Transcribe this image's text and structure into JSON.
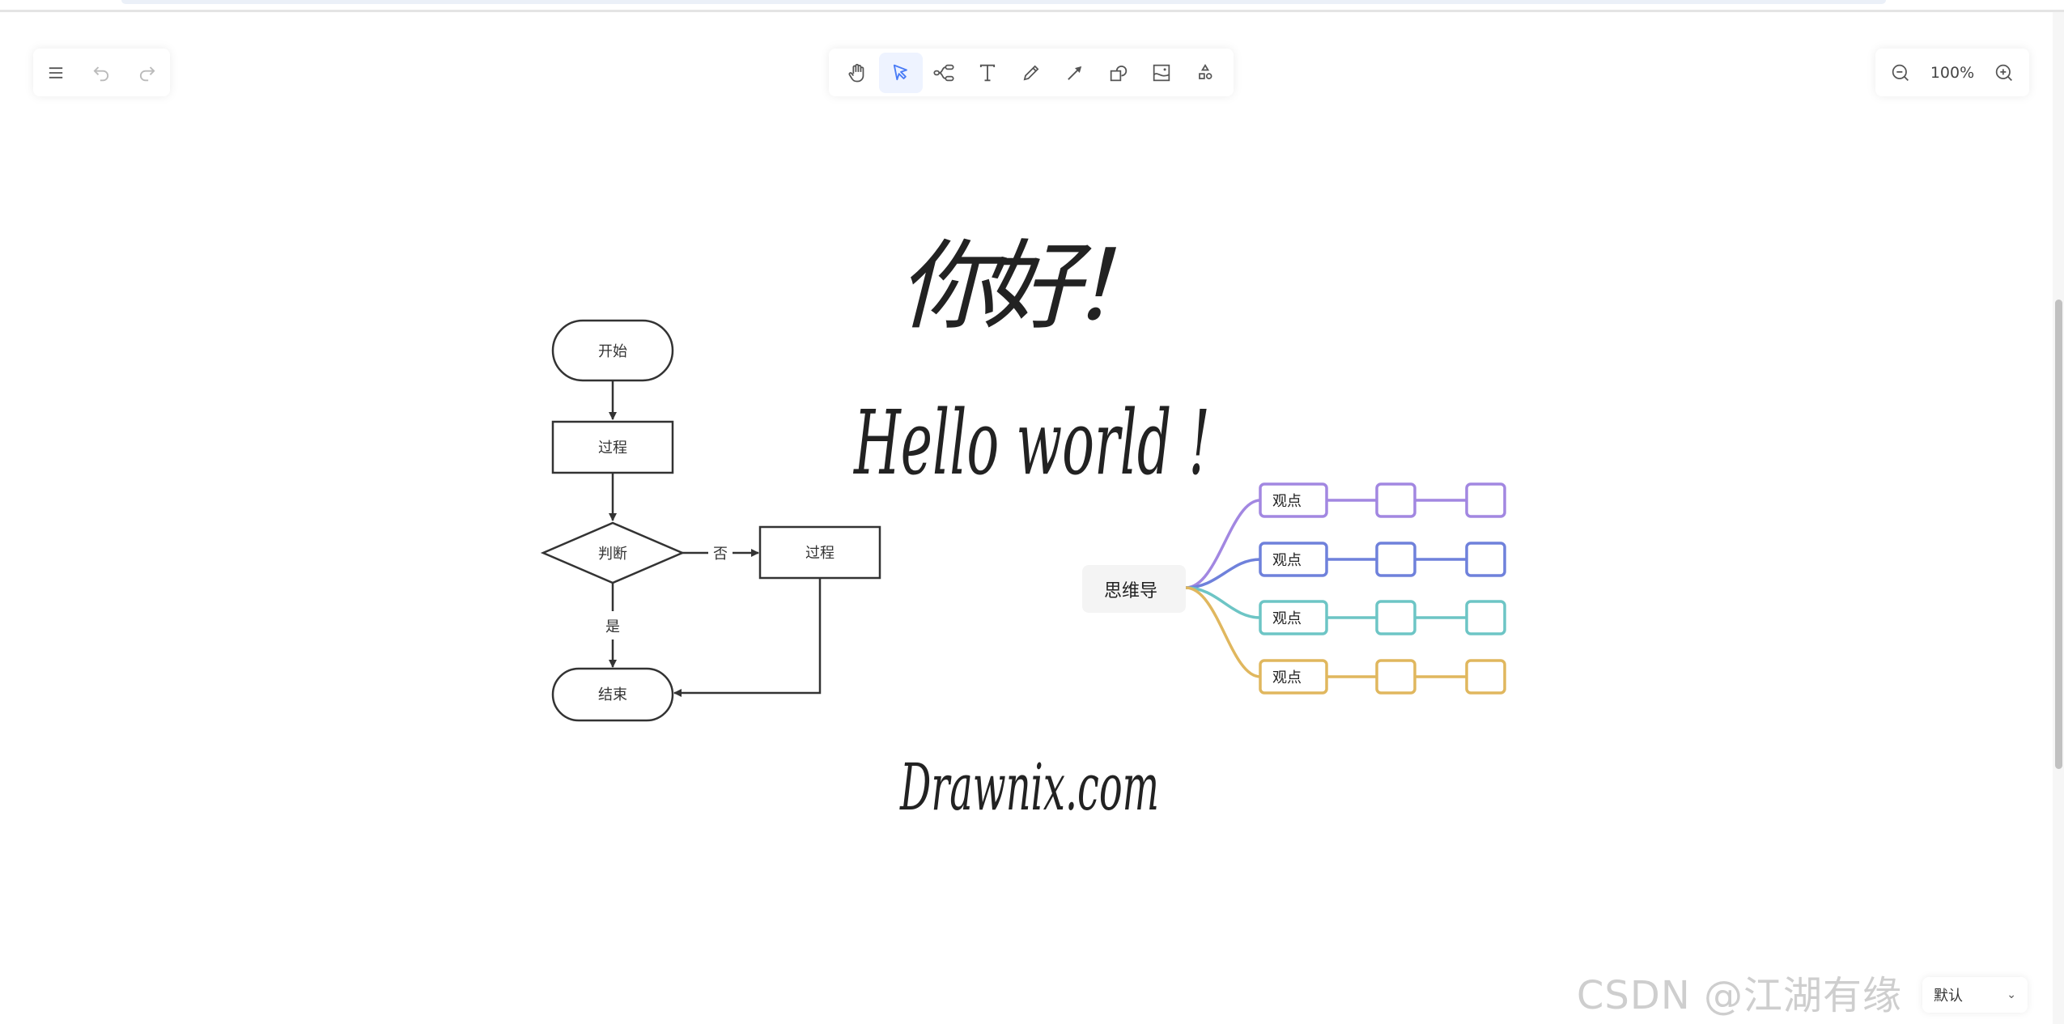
{
  "toolbar_left": {
    "items": [
      {
        "icon": "menu-icon"
      },
      {
        "icon": "undo-icon"
      },
      {
        "icon": "redo-icon"
      }
    ]
  },
  "toolbar_main": {
    "active": "select",
    "items": [
      {
        "id": "hand",
        "icon": "hand-icon"
      },
      {
        "id": "select",
        "icon": "pointer-icon"
      },
      {
        "id": "mind",
        "icon": "mindmap-icon"
      },
      {
        "id": "text",
        "icon": "text-icon"
      },
      {
        "id": "pen",
        "icon": "pencil-icon"
      },
      {
        "id": "arrow",
        "icon": "arrow-icon"
      },
      {
        "id": "shape",
        "icon": "shape-icon"
      },
      {
        "id": "image",
        "icon": "image-icon"
      },
      {
        "id": "extra",
        "icon": "shapes-library-icon"
      }
    ]
  },
  "zoom": {
    "value": "100%"
  },
  "theme_select": {
    "value": "默认"
  },
  "watermark": "CSDN @江湖有缘",
  "flowchart": {
    "start": "开始",
    "process1": "过程",
    "decision": "判断",
    "process2": "过程",
    "end": "结束",
    "yes_label": "是",
    "no_label": "否",
    "color": "#333333"
  },
  "handwriting": {
    "line1": "你好！",
    "line2": "Hello world !",
    "line3": "Drawnix.com"
  },
  "mindmap": {
    "root": "思维导",
    "branches": [
      {
        "label": "观点",
        "color": "#a287e1"
      },
      {
        "label": "观点",
        "color": "#6f81db"
      },
      {
        "label": "观点",
        "color": "#6dc5c5"
      },
      {
        "label": "观点",
        "color": "#e0b75e"
      }
    ]
  }
}
